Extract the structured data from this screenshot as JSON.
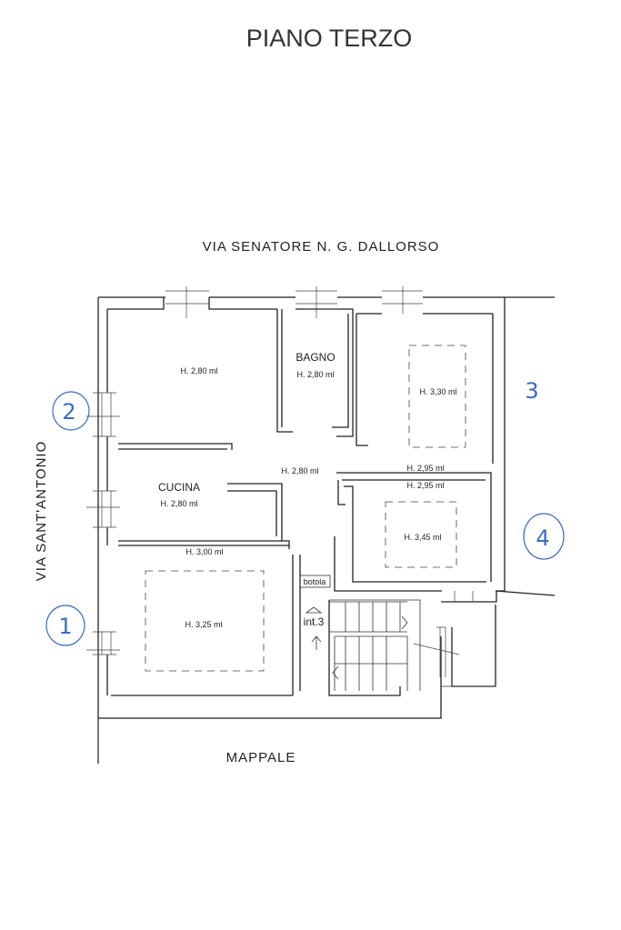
{
  "title": "PIANO TERZO",
  "streets": {
    "north": "VIA  SENATORE  N.  G.  DALLORSO",
    "west": "VIA  SANT'ANTONIO",
    "south": "MAPPALE"
  },
  "rooms": {
    "room_nw_height": "H. 2,80 ml",
    "bagno_label": "BAGNO",
    "bagno_height": "H. 2,80 ml",
    "room_ne_height": "H. 3,30 ml",
    "hall_height": "H. 2,80 ml",
    "cucina_label": "CUCINA",
    "cucina_height": "H. 2,80 ml",
    "corridor_height": "H. 3,00 ml",
    "room_sw_height": "H. 3,25 ml",
    "balcony_height": "H. 2,95 ml",
    "room_e_top_height": "H. 2,95 ml",
    "room_e_height": "H. 3,45 ml"
  },
  "labels": {
    "hatch": "botola",
    "intercom": "int.3"
  },
  "annotations": [
    "1",
    "2",
    "3",
    "4"
  ],
  "colors": {
    "walls": "#222222",
    "annotations": "#3a6bc4"
  }
}
